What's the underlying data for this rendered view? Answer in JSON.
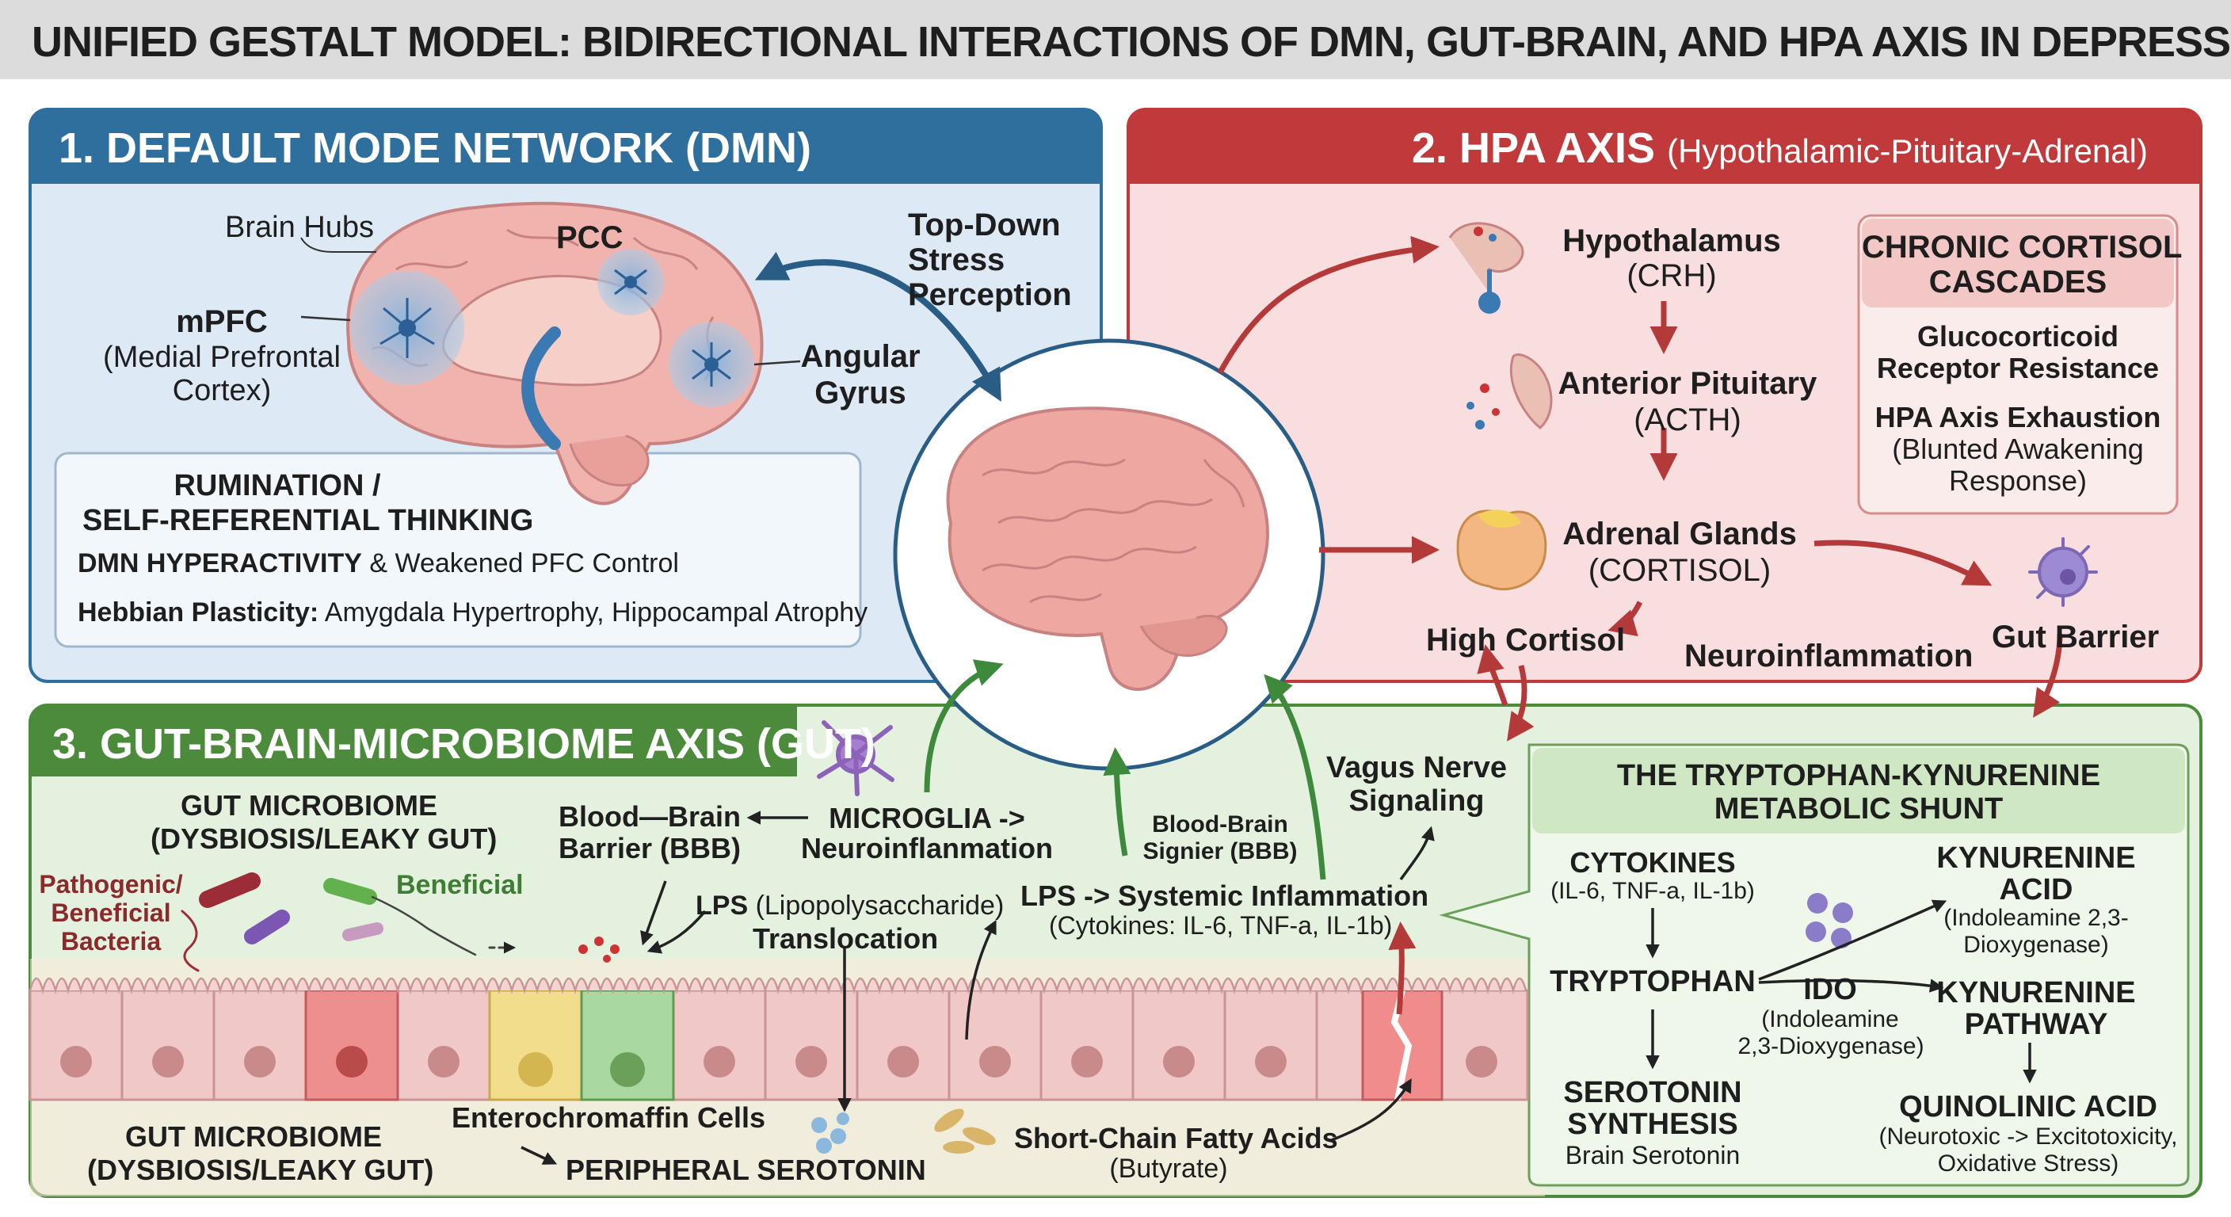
{
  "title": "UNIFIED GESTALT MODEL: BIDIRECTIONAL INTERACTIONS OF DMN, GUT-BRAIN, AND HPA AXIS IN DEPRESSION",
  "colors": {
    "dmn_header": "#2f6f9e",
    "hpa_header": "#c0393b",
    "gut_header": "#4b8b3b",
    "arrow_blue": "#2a5d85",
    "arrow_red": "#b43a3a",
    "arrow_green": "#3d8a3d"
  },
  "dmn": {
    "header": "1. DEFAULT MODE NETWORK (DMN)",
    "brain_hubs": "Brain Hubs",
    "pcc": "PCC",
    "mpfc": "mPFC",
    "mpfc_full_1": "(Medial Prefrontal",
    "mpfc_full_2": "Cortex)",
    "angular_1": "Angular",
    "angular_2": "Gyrus",
    "top_down_1": "Top-Down",
    "top_down_2": "Stress",
    "top_down_3": "Perception",
    "rumination_1": "RUMINATION /",
    "rumination_2": "SELF-REFERENTIAL THINKING",
    "hyper_bold": "DMN HYPERACTIVITY",
    "hyper_rest": " & Weakened PFC Control",
    "hebb_bold": "Hebbian Plasticity:",
    "hebb_rest": " Amygdala Hypertrophy, Hippocampal Atrophy"
  },
  "hpa": {
    "header": "2. HPA AXIS",
    "header_sub": "(Hypothalamic-Pituitary-Adrenal)",
    "hypothalamus": "Hypothalamus",
    "crh": "(CRH)",
    "pituitary": "Anterior Pituitary",
    "acth": "(ACTH)",
    "adrenal": "Adrenal Glands",
    "cortisol": "(CORTISOL)",
    "high_cortisol": "High Cortisol",
    "neuroinflammation": "Neuroinflammation",
    "gut_barrier": "Gut Barrier",
    "cascade_title_1": "CHRONIC CORTISOL",
    "cascade_title_2": "CASCADES",
    "gr_1": "Glucocorticoid",
    "gr_2": "Receptor Resistance",
    "exhaust": "HPA Axis Exhaustion",
    "blunted_1": "(Blunted Awakening",
    "blunted_2": "Response)"
  },
  "gut": {
    "header": "3. GUT-BRAIN-MICROBIOME AXIS (GUT)",
    "microbiome_1": "GUT MICROBIOME",
    "microbiome_2": "(DYSBIOSIS/LEAKY GUT)",
    "pathogenic_1": "Pathogenic/",
    "pathogenic_2": "Beneficial",
    "pathogenic_3": "Bacteria",
    "beneficial": "Beneficial",
    "bbb_1": "Blood—Brain",
    "bbb_2": "Barrier (BBB)",
    "microglia_1": "MICROGLIA ->",
    "microglia_2": "Neuroinflanmation",
    "lps_bold": "LPS",
    "lps_rest": " (Lipopolysaccharide)",
    "translocation": "Translocation",
    "lps_systemic": "LPS -> Systemic Inflammation",
    "cytokines_list": "(Cytokines: IL-6, TNF-a, IL-1b)",
    "bbs_1": "Blood-Brain",
    "bbs_2": "Signier (BBB)",
    "vagus_1": "Vagus Nerve",
    "vagus_2": "Signaling",
    "enterochromaffin": "Enterochromaffin Cells",
    "peripheral": "PERIPHERAL SEROTONIN",
    "scfa": "Short-Chain Fatty Acids",
    "butyrate": "(Butyrate)",
    "microbiome_bottom_1": "GUT MICROBIOME",
    "microbiome_bottom_2": "(DYSBIOSIS/LEAKY GUT)"
  },
  "shunt": {
    "title_1": "THE TRYPTOPHAN-KYNURENINE",
    "title_2": "METABOLIC SHUNT",
    "cytokines": "CYTOKINES",
    "cytokines_sub": "(IL-6, TNF-a, IL-1b)",
    "tryptophan": "TRYPTOPHAN",
    "serotonin_1": "SEROTONIN",
    "serotonin_2": "SYNTHESIS",
    "brain_serotonin": "Brain Serotonin",
    "ido": "IDO",
    "ido_sub_1": "(Indoleamine",
    "ido_sub_2": "2,3-Dioxygenase)",
    "kyn_acid_1": "KYNURENINE",
    "kyn_acid_2": "ACID",
    "kyn_acid_sub_1": "(Indoleamine 2,3-",
    "kyn_acid_sub_2": "Dioxygenase)",
    "kyn_path_1": "KYNURENINE",
    "kyn_path_2": "PATHWAY",
    "quinolinic": "QUINOLINIC ACID",
    "quinolinic_sub_1": "(Neurotoxic -> Excitotoxicity,",
    "quinolinic_sub_2": "Oxidative Stress)"
  }
}
